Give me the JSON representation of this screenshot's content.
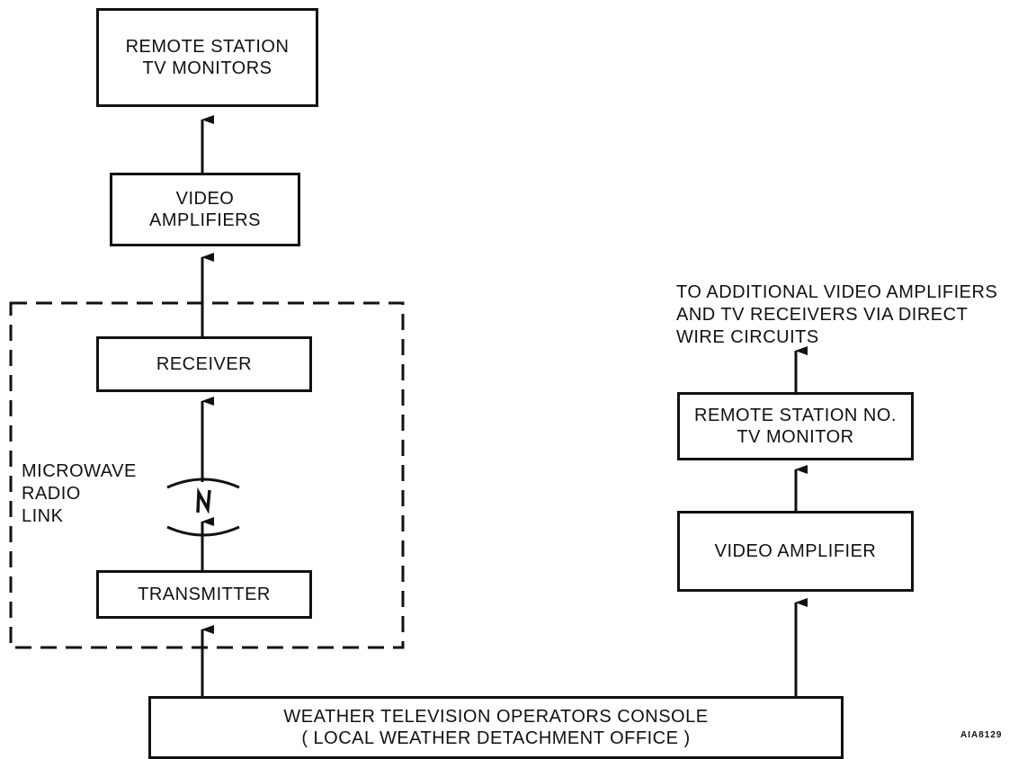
{
  "boxes": {
    "remote_tv_monitors": {
      "line1": "REMOTE STATION",
      "line2": "TV MONITORS"
    },
    "video_amplifiers": {
      "line1": "VIDEO",
      "line2": "AMPLIFIERS"
    },
    "receiver": {
      "line1": "RECEIVER"
    },
    "transmitter": {
      "line1": "TRANSMITTER"
    },
    "remote_station_no": {
      "line1": "REMOTE STATION  NO.",
      "line2": "TV  MONITOR"
    },
    "video_amplifier": {
      "line1": "VIDEO AMPLIFIER"
    },
    "console": {
      "line1": "WEATHER TELEVISION OPERATORS CONSOLE",
      "line2": "( LOCAL WEATHER DETACHMENT OFFICE )"
    }
  },
  "labels": {
    "microwave": {
      "line1": "MICROWAVE",
      "line2": "RADIO",
      "line3": "LINK"
    },
    "additional": {
      "line1": "TO ADDITIONAL VIDEO AMPLIFIERS",
      "line2": "AND TV RECEIVERS VIA DIRECT",
      "line3": "WIRE CIRCUITS"
    }
  },
  "figure_code": "AIA8129",
  "colors": {
    "ink": "#111111",
    "background": "#ffffff"
  }
}
